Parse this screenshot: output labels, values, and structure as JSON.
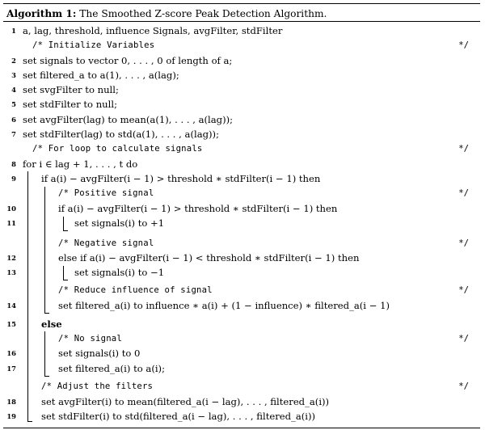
{
  "caption": {
    "label": "Algorithm 1:",
    "title": "The Smoothed Z-score Peak Detection Algorithm."
  },
  "comment_end": "*/",
  "lines": {
    "l1": {
      "num": "1",
      "text": "a, lag, threshold, influence Signals, avgFilter, stdFilter"
    },
    "c1": {
      "text": "/* Initialize Variables"
    },
    "l2": {
      "num": "2",
      "text": "set signals to vector 0, . . . , 0 of length of a;"
    },
    "l3": {
      "num": "3",
      "text": "set filtered_a to a(1), . . . , a(lag);"
    },
    "l4": {
      "num": "4",
      "text": "set svgFilter to null;"
    },
    "l5": {
      "num": "5",
      "text": "set stdFilter to null;"
    },
    "l6": {
      "num": "6",
      "text": "set avgFilter(lag) to mean(a(1), . . . , a(lag));"
    },
    "l7": {
      "num": "7",
      "text": "set stdFilter(lag) to std(a(1), . . . , a(lag));"
    },
    "c2": {
      "text": "/* For loop to calculate signals"
    },
    "l8": {
      "num": "8",
      "text": "for i ∈ lag + 1, . . . , t do"
    },
    "l9": {
      "num": "9",
      "text": "if a(i) − avgFilter(i − 1) > threshold ∗ stdFilter(i − 1) then"
    },
    "c3": {
      "text": "/* Positive signal"
    },
    "l10": {
      "num": "10",
      "text": "if a(i) − avgFilter(i − 1) > threshold ∗ stdFilter(i − 1) then"
    },
    "l11": {
      "num": "11",
      "text": "set signals(i) to +1"
    },
    "c4": {
      "text": "/* Negative signal"
    },
    "l12": {
      "num": "12",
      "text": "else if a(i) − avgFilter(i − 1) < threshold ∗ stdFilter(i − 1) then"
    },
    "l13": {
      "num": "13",
      "text": "set signals(i) to −1"
    },
    "c5": {
      "text": "/* Reduce influence of signal"
    },
    "l14": {
      "num": "14",
      "text": "set filtered_a(i) to influence ∗ a(i) + (1 − influence) ∗ filtered_a(i − 1)"
    },
    "l15": {
      "num": "15",
      "text": "else"
    },
    "c6": {
      "text": "/* No signal"
    },
    "l16": {
      "num": "16",
      "text": "set signals(i) to 0"
    },
    "l17": {
      "num": "17",
      "text": "set filtered_a(i) to a(i);"
    },
    "c7": {
      "text": "/* Adjust the filters"
    },
    "l18": {
      "num": "18",
      "text": "set avgFilter(i) to mean(filtered_a(i − lag), . . . , filtered_a(i))"
    },
    "l19": {
      "num": "19",
      "text": "set stdFilter(i) to std(filtered_a(i − lag), . . . , filtered_a(i))"
    }
  }
}
